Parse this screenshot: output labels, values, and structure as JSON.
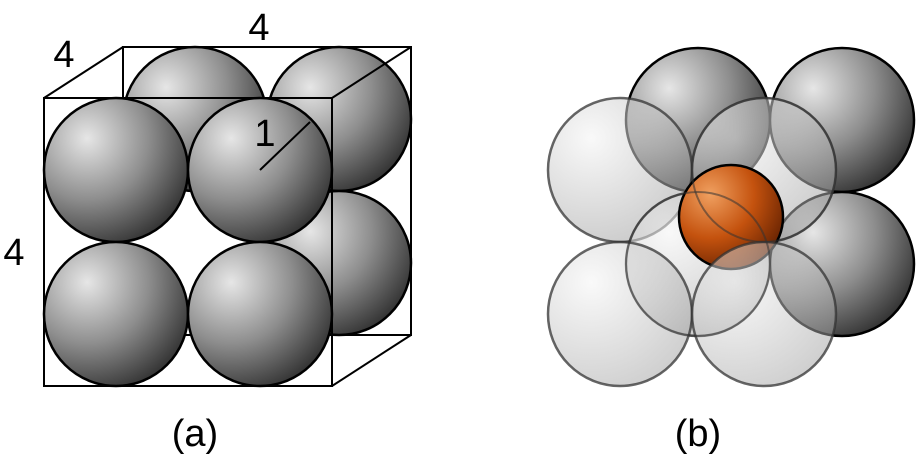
{
  "panel_a": {
    "top_edge_label": "4",
    "depth_edge_label": "4",
    "height_label": "4",
    "radius_label": "1",
    "caption": "(a)"
  },
  "panel_b": {
    "caption": "(b)"
  },
  "colors": {
    "sphere_dark": "#202020",
    "sphere_light": "#d8d8d8",
    "ghost_sphere": "#c0c0c0",
    "interstitial_sphere": "#c4520e",
    "outline": "#000000"
  }
}
